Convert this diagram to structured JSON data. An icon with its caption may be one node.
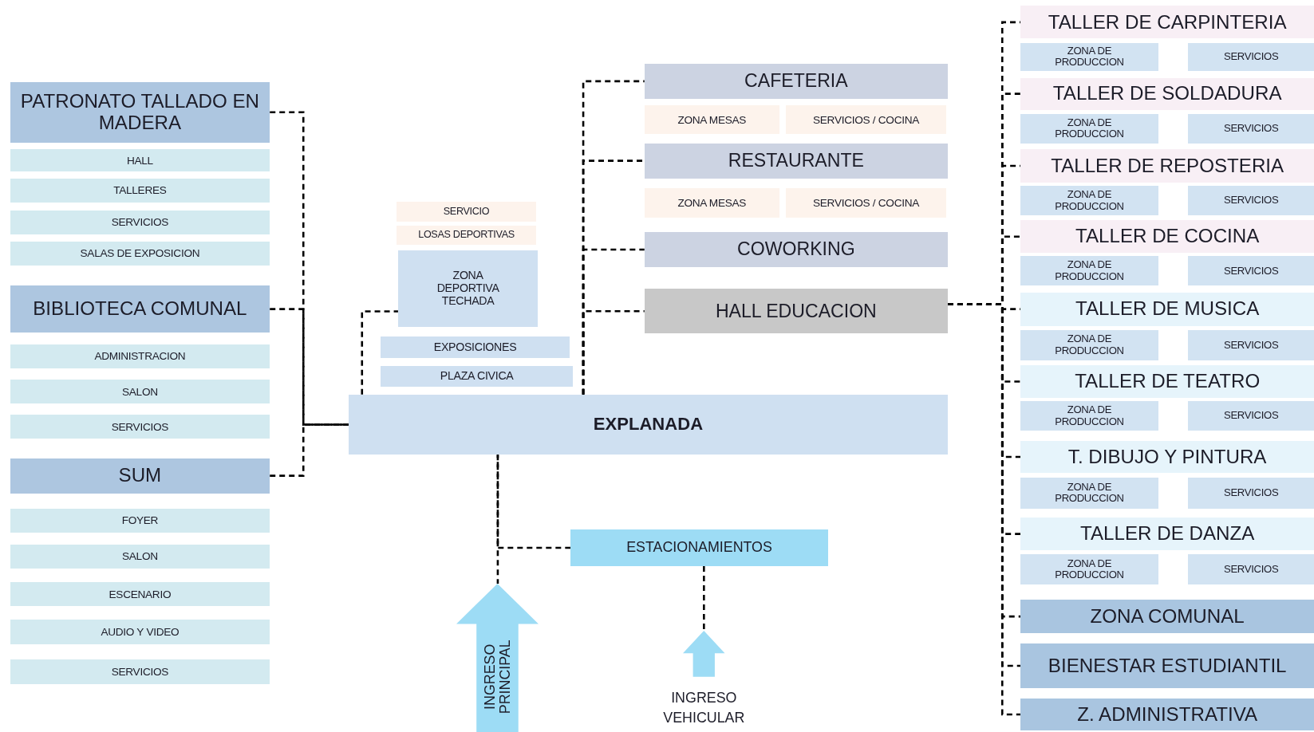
{
  "diagram": {
    "nodes": [
      {
        "text": [
          "PATRONATO TALLADO EN MADERA"
        ]
      },
      {
        "text": [
          "HALL"
        ]
      },
      {
        "text": [
          "TALLERES"
        ]
      },
      {
        "text": [
          "SERVICIOS"
        ]
      },
      {
        "text": [
          "SALAS DE EXPOSICION"
        ]
      },
      {
        "text": [
          "BIBLIOTECA COMUNAL"
        ]
      },
      {
        "text": [
          "ADMINISTRACION"
        ]
      },
      {
        "text": [
          "SALON"
        ]
      },
      {
        "text": [
          "SERVICIOS"
        ]
      },
      {
        "text": [
          "SUM"
        ]
      },
      {
        "text": [
          "FOYER"
        ]
      },
      {
        "text": [
          "SALON"
        ]
      },
      {
        "text": [
          "ESCENARIO"
        ]
      },
      {
        "text": [
          "AUDIO Y VIDEO"
        ]
      },
      {
        "text": [
          "SERVICIOS"
        ]
      },
      {
        "text": [
          "SERVICIO"
        ]
      },
      {
        "text": [
          "LOSAS DEPORTIVAS"
        ]
      },
      {
        "text": [
          "ZONA DEPORTIVA TECHADA"
        ]
      },
      {
        "text": [
          "EXPOSICIONES"
        ]
      },
      {
        "text": [
          "PLAZA CIVICA"
        ]
      },
      {
        "text": [
          "CAFETERIA"
        ]
      },
      {
        "text": [
          "ZONA MESAS"
        ]
      },
      {
        "text": [
          "SERVICIOS / COCINA"
        ]
      },
      {
        "text": [
          "RESTAURANTE"
        ]
      },
      {
        "text": [
          "ZONA MESAS"
        ]
      },
      {
        "text": [
          "SERVICIOS / COCINA"
        ]
      },
      {
        "text": [
          "COWORKING"
        ]
      },
      {
        "text": [
          "HALL EDUCACION"
        ]
      },
      {
        "text": [
          "EXPLANADA"
        ]
      },
      {
        "text": [
          "ESTACIONAMIENTOS"
        ]
      },
      {
        "text": [
          "INGRESO PRINCIPAL"
        ]
      },
      {
        "text": [
          "INGRESO VEHICULAR"
        ]
      },
      {
        "text": [
          "TALLER DE CARPINTERIA"
        ]
      },
      {
        "text": [
          "ZONA DE PRODUCCION"
        ]
      },
      {
        "text": [
          "SERVICIOS"
        ]
      },
      {
        "text": [
          "TALLER DE SOLDADURA"
        ]
      },
      {
        "text": [
          "ZONA DE PRODUCCION"
        ]
      },
      {
        "text": [
          "SERVICIOS"
        ]
      },
      {
        "text": [
          "TALLER DE REPOSTERIA"
        ]
      },
      {
        "text": [
          "ZONA DE PRODUCCION"
        ]
      },
      {
        "text": [
          "SERVICIOS"
        ]
      },
      {
        "text": [
          "TALLER DE COCINA"
        ]
      },
      {
        "text": [
          "ZONA DE PRODUCCION"
        ]
      },
      {
        "text": [
          "SERVICIOS"
        ]
      },
      {
        "text": [
          "TALLER DE MUSICA"
        ]
      },
      {
        "text": [
          "ZONA DE PRODUCCION"
        ]
      },
      {
        "text": [
          "SERVICIOS"
        ]
      },
      {
        "text": [
          "TALLER DE TEATRO"
        ]
      },
      {
        "text": [
          "ZONA DE PRODUCCION"
        ]
      },
      {
        "text": [
          "SERVICIOS"
        ]
      },
      {
        "text": [
          "T. DIBUJO Y PINTURA"
        ]
      },
      {
        "text": [
          "ZONA DE PRODUCCION"
        ]
      },
      {
        "text": [
          "SERVICIOS"
        ]
      },
      {
        "text": [
          "TALLER DE DANZA"
        ]
      },
      {
        "text": [
          "ZONA DE PRODUCCION"
        ]
      },
      {
        "text": [
          "SERVICIOS"
        ]
      },
      {
        "text": [
          "ZONA COMUNAL"
        ]
      },
      {
        "text": [
          "BIENESTAR ESTUDIANTIL"
        ]
      },
      {
        "text": [
          "Z. ADMINISTRATIVA"
        ]
      }
    ],
    "edges": [
      {
        "from": 0,
        "to": 28,
        "arrow": "none",
        "style": "dashed"
      },
      {
        "from": 5,
        "to": 28,
        "arrow": "none",
        "style": "dashed"
      },
      {
        "from": 9,
        "to": 28,
        "arrow": "none",
        "style": "dashed"
      },
      {
        "from": 28,
        "to": 17,
        "arrow": "none",
        "style": "dashed"
      },
      {
        "from": 28,
        "to": 20,
        "arrow": "none",
        "style": "dashed"
      },
      {
        "from": 28,
        "to": 23,
        "arrow": "none",
        "style": "dashed"
      },
      {
        "from": 28,
        "to": 26,
        "arrow": "none",
        "style": "dashed"
      },
      {
        "from": 28,
        "to": 27,
        "arrow": "none",
        "style": "dashed"
      },
      {
        "from": 27,
        "to": 32,
        "arrow": "none",
        "style": "dashed"
      },
      {
        "from": 27,
        "to": 35,
        "arrow": "none",
        "style": "dashed"
      },
      {
        "from": 27,
        "to": 38,
        "arrow": "none",
        "style": "dashed"
      },
      {
        "from": 27,
        "to": 41,
        "arrow": "none",
        "style": "dashed"
      },
      {
        "from": 27,
        "to": 44,
        "arrow": "none",
        "style": "dashed"
      },
      {
        "from": 27,
        "to": 47,
        "arrow": "none",
        "style": "dashed"
      },
      {
        "from": 27,
        "to": 50,
        "arrow": "none",
        "style": "dashed"
      },
      {
        "from": 27,
        "to": 53,
        "arrow": "none",
        "style": "dashed"
      },
      {
        "from": 27,
        "to": 56,
        "arrow": "none",
        "style": "dashed"
      },
      {
        "from": 27,
        "to": 57,
        "arrow": "none",
        "style": "dashed"
      },
      {
        "from": 27,
        "to": 58,
        "arrow": "none",
        "style": "dashed"
      },
      {
        "from": 28,
        "to": 30,
        "arrow": "none",
        "style": "dashed"
      },
      {
        "from": 29,
        "to": 28,
        "arrow": "none",
        "style": "dashed"
      },
      {
        "from": 29,
        "to": 31,
        "arrow": "none",
        "style": "dashed"
      }
    ]
  }
}
